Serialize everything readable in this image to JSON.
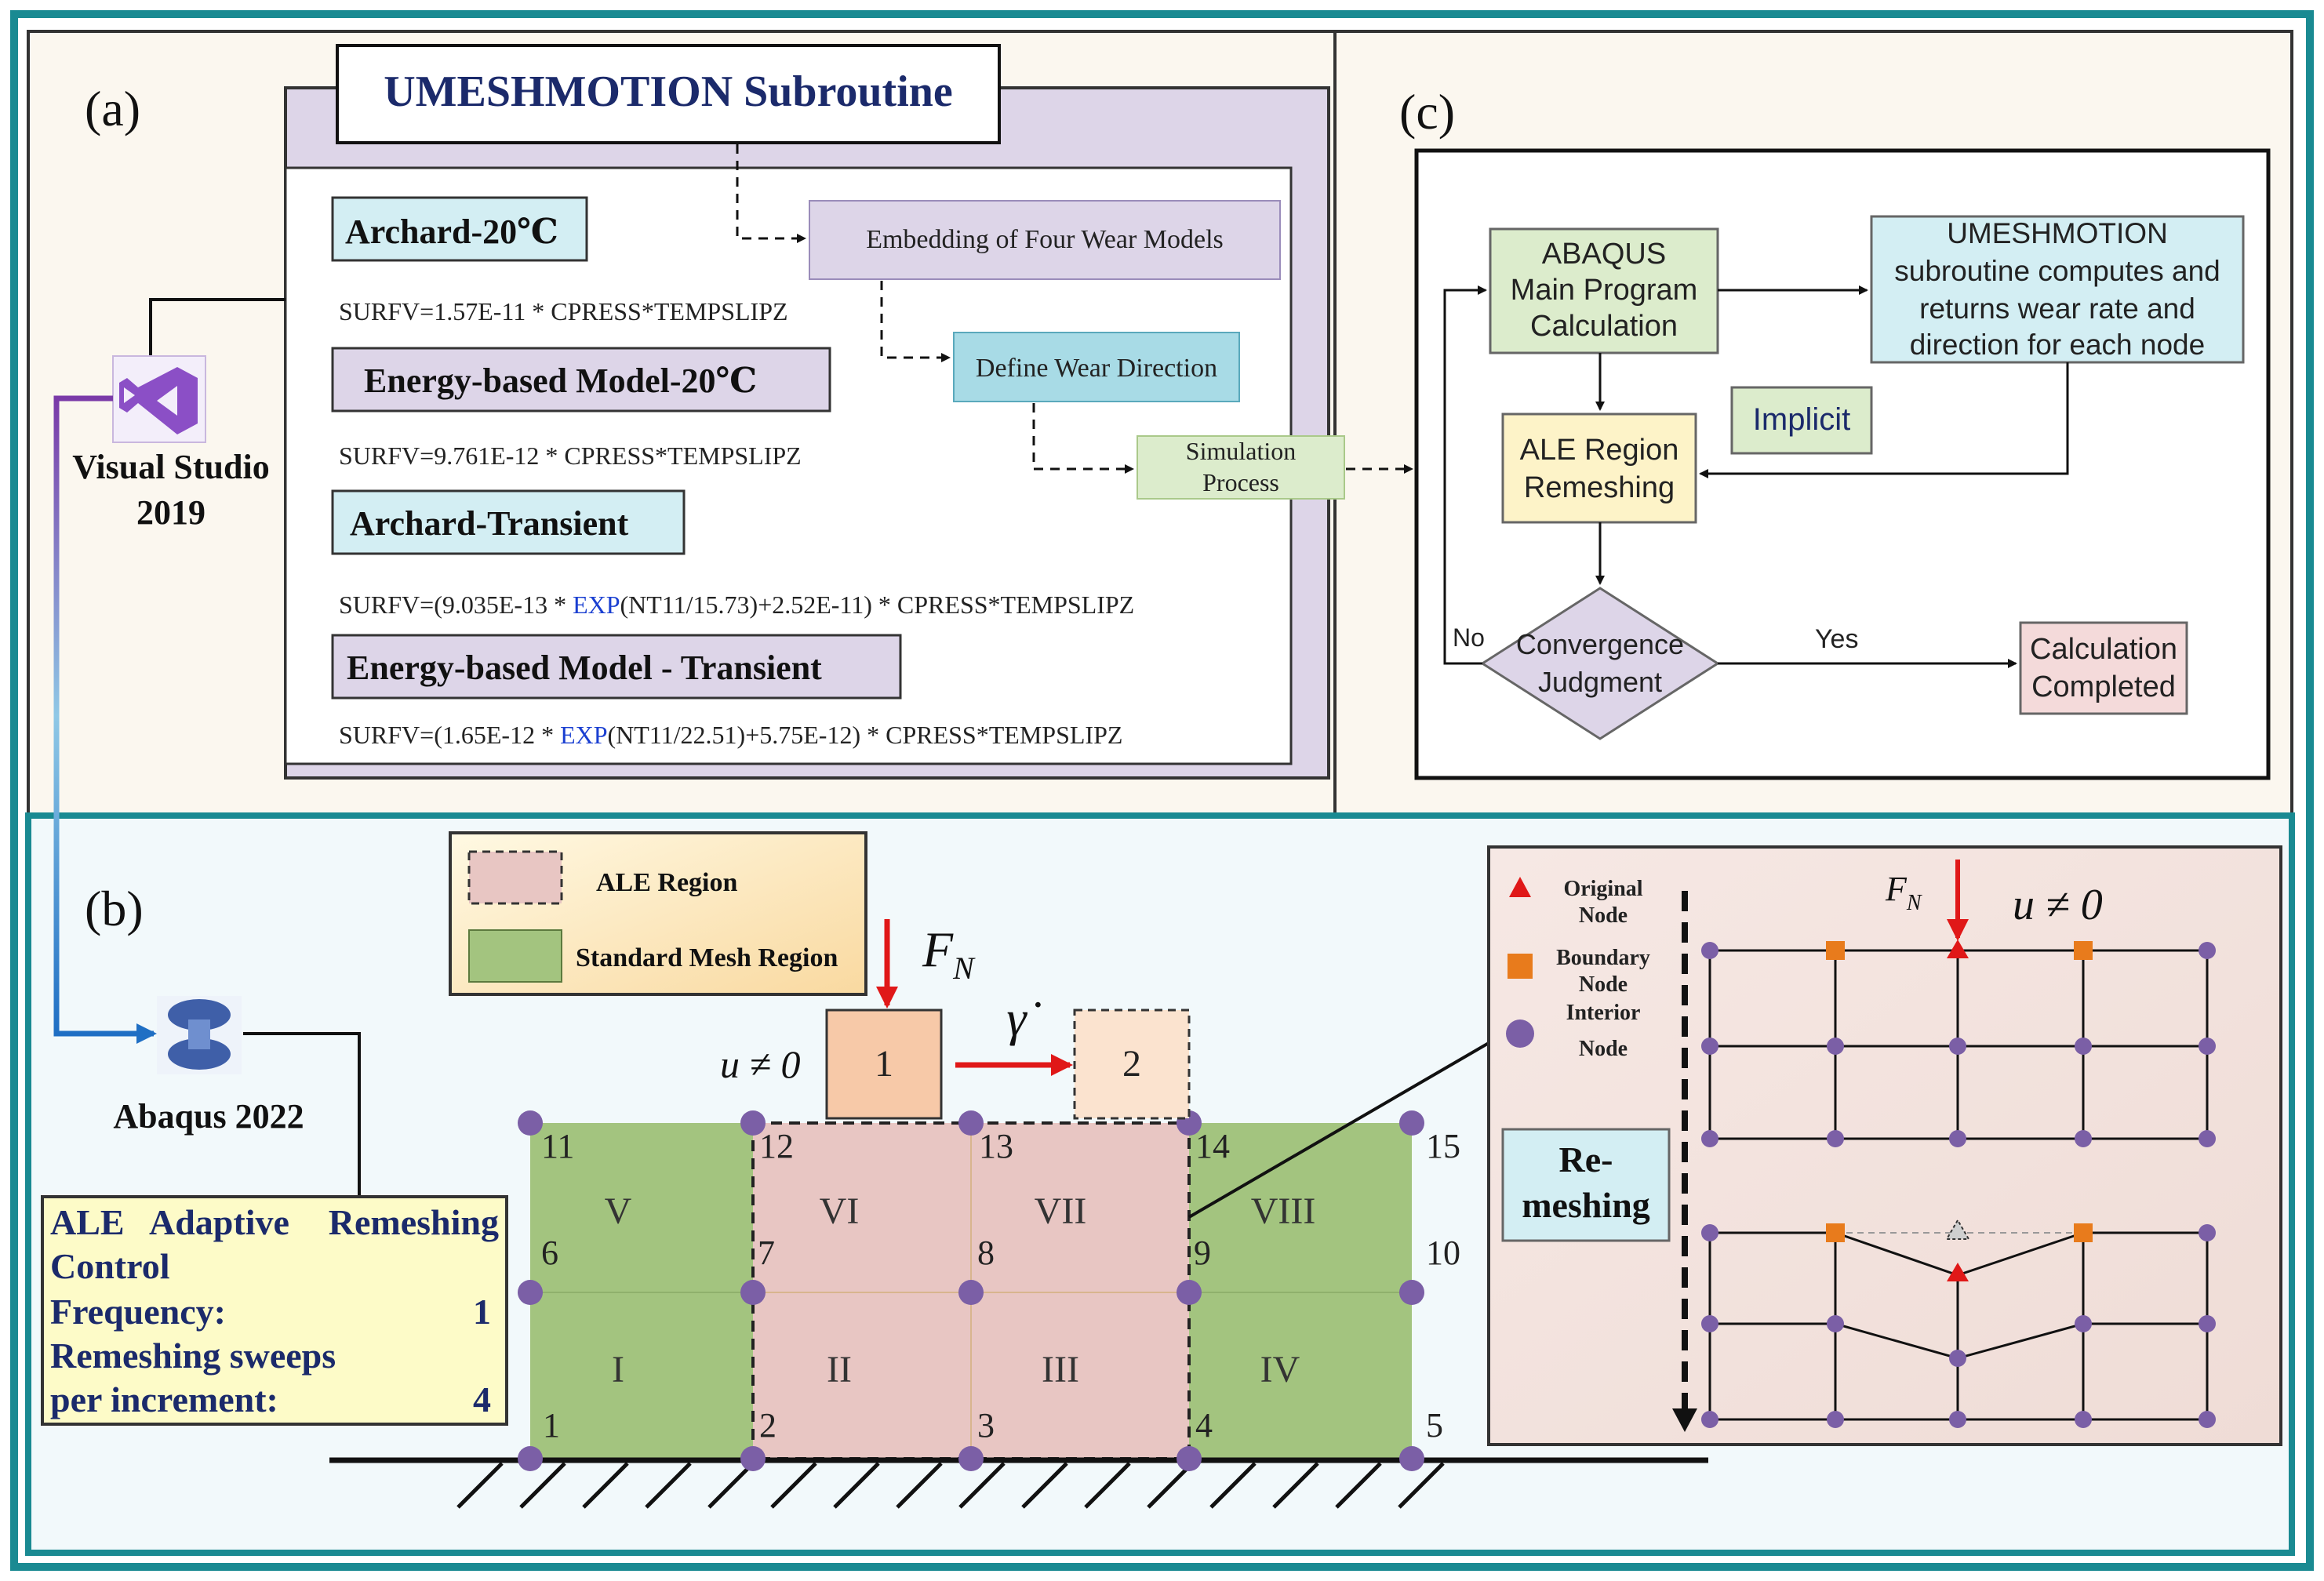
{
  "panel_a": {
    "label": "(a)",
    "title": "UMESHMOTION Subroutine",
    "embedding": "Embedding of Four Wear Models",
    "define_direction": "Define Wear Direction",
    "simulation": [
      "Simulation",
      "Process"
    ],
    "visual_studio": [
      "Visual Studio",
      "2019"
    ],
    "models": [
      {
        "name": "Archard-20℃",
        "formula": "SURFV=1.57E-11 * CPRESS*TEMPSLIPZ"
      },
      {
        "name": "Energy-based Model-20℃",
        "formula": "SURFV=9.761E-12 * CPRESS*TEMPSLIPZ"
      },
      {
        "name": "Archard-Transient",
        "formula_pre": "SURFV=(9.035E-13 * ",
        "formula_exp": "EXP",
        "formula_post": "(NT11/15.73)+2.52E-11) * CPRESS*TEMPSLIPZ"
      },
      {
        "name": "Energy-based Model - Transient",
        "formula_pre": "SURFV=(1.65E-12 * ",
        "formula_exp": "EXP",
        "formula_post": "(NT11/22.51)+5.75E-12) * CPRESS*TEMPSLIPZ"
      }
    ]
  },
  "panel_c": {
    "label": "(c)",
    "abaqus": [
      "ABAQUS",
      "Main Program",
      "Calculation"
    ],
    "umesh": [
      "UMESHMOTION",
      "subroutine computes and",
      "returns wear rate and",
      "direction for each node"
    ],
    "implicit": "Implicit",
    "ale": [
      "ALE Region",
      "Remeshing"
    ],
    "convergence": [
      "Convergence",
      "Judgment"
    ],
    "completed": [
      "Calculation",
      "Completed"
    ],
    "no": "No",
    "yes": "Yes"
  },
  "panel_b": {
    "label": "(b)",
    "abaqus": "Abaqus 2022",
    "legend": {
      "ale": "ALE Region",
      "standard": "Standard Mesh Region"
    },
    "control": {
      "title": [
        "ALE",
        "Adaptive",
        "Remeshing"
      ],
      "control_word": "Control",
      "frequency_label": "Frequency:",
      "frequency_value": "1",
      "sweeps_label_1": "Remeshing sweeps",
      "sweeps_label_2": "per increment:",
      "sweeps_value": "4"
    },
    "load_symbol": "F",
    "load_sub": "N",
    "u_neq": "u ≠ 0",
    "gamma_dot": "γ̇",
    "block1": "1",
    "block2": "2",
    "regions": [
      "I",
      "II",
      "III",
      "IV",
      "V",
      "VI",
      "VII",
      "VIII"
    ],
    "node_numbers": [
      "1",
      "2",
      "3",
      "4",
      "5",
      "6",
      "7",
      "8",
      "9",
      "10",
      "11",
      "12",
      "13",
      "14",
      "15"
    ],
    "inset": {
      "original": [
        "Original",
        "Node"
      ],
      "boundary": [
        "Boundary",
        "Node"
      ],
      "interior": [
        "Interior",
        "Node"
      ],
      "remeshing": [
        "Re-",
        "meshing"
      ],
      "load_symbol": "F",
      "load_sub": "N",
      "u_neq": "u ≠ 0"
    }
  },
  "colors": {
    "frame_teal": "#1a8a92",
    "bg_top": "#fbf7ef",
    "bg_bottom": "#f2f9fb",
    "purple_box": "#ddd5e8",
    "blue_box": "#a8dbe6",
    "green_box": "#dceccc",
    "yellow_box": "#fdf3c8",
    "pink_box": "#f4dada",
    "node_purple": "#7b5fa6",
    "mesh_green": "#a3c47f",
    "mesh_pink": "#e8c6c3",
    "block_peach": "#f7c9a8",
    "red": "#e01818",
    "orange": "#e87b1c",
    "navy": "#1b2a6b"
  }
}
